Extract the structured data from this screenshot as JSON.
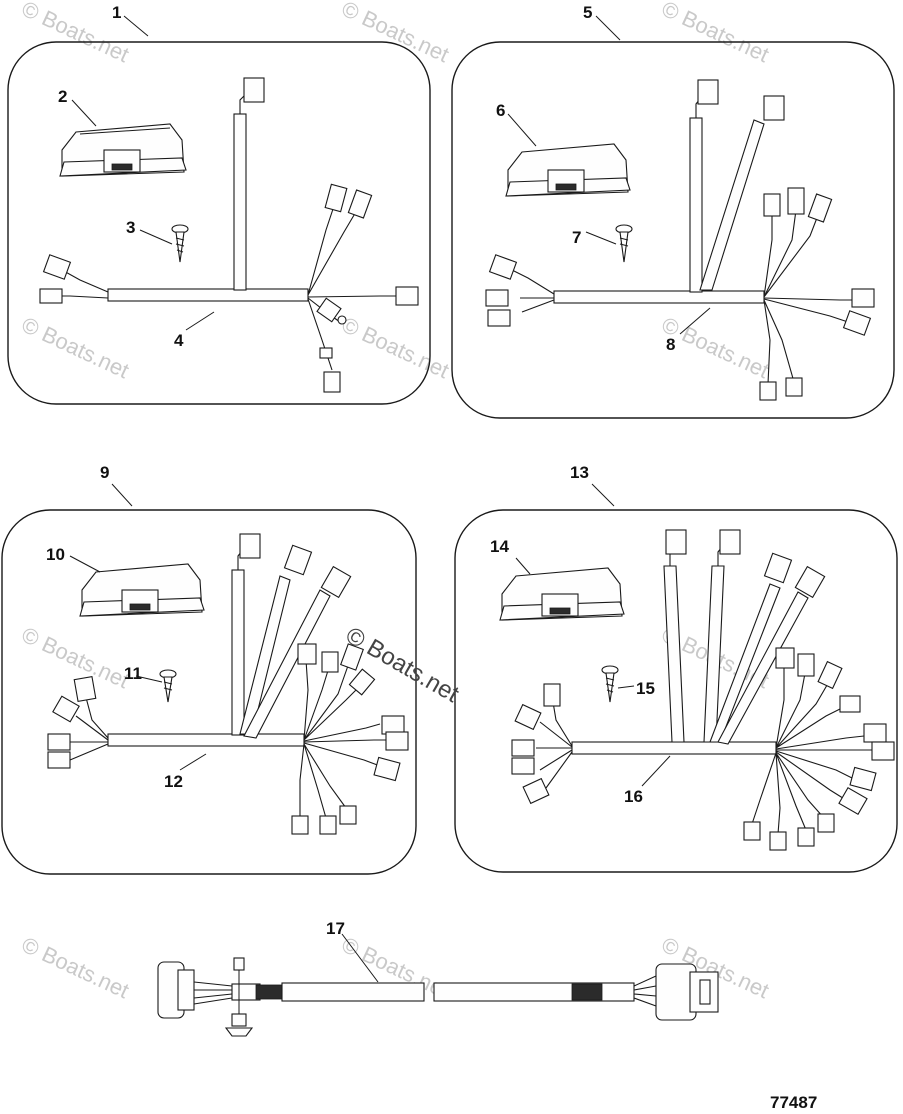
{
  "callouts": [
    "1",
    "2",
    "3",
    "4",
    "5",
    "6",
    "7",
    "8",
    "9",
    "10",
    "11",
    "12",
    "13",
    "14",
    "15",
    "16",
    "17"
  ],
  "watermark": "© Boats.net",
  "figure_id": "77487",
  "colors": {
    "ink": "#1a1a1a",
    "watermark": "#c9c9c9"
  }
}
